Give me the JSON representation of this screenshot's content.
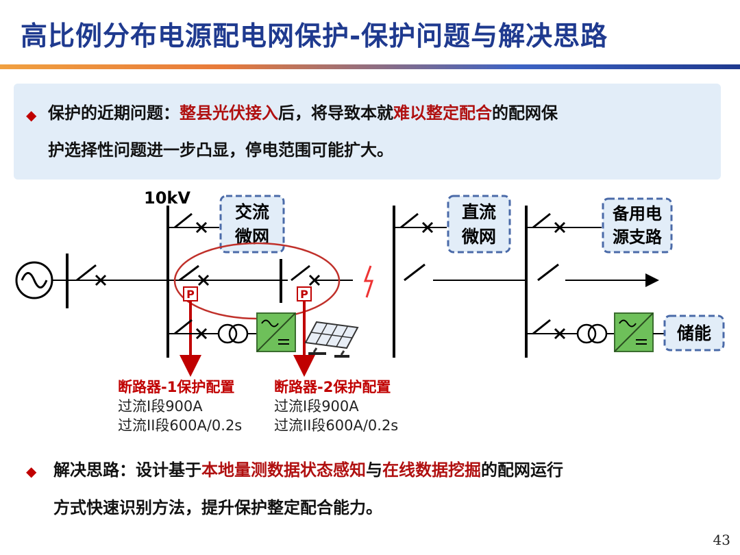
{
  "title": "高比例分布电源配电网保护-保护问题与解决思路",
  "problem": {
    "label": "保护的近期问题：",
    "hl1": "整县光伏接入",
    "mid": "后，将导致本就",
    "hl2": "难以整定配合",
    "tail": "的配网保",
    "line2": "护选择性问题进一步凸显，停电范围可能扩大。"
  },
  "diagram": {
    "voltage": "10kV",
    "ac_microgrid": [
      "交流",
      "微网"
    ],
    "dc_microgrid": [
      "直流",
      "微网"
    ],
    "backup": [
      "备用电",
      "源支路"
    ],
    "storage": "储能",
    "p_mark": "P",
    "breaker1": {
      "title": "断路器-1保护配置",
      "line1": "过流I段900A",
      "line2": "过流II段600A/0.2s"
    },
    "breaker2": {
      "title": "断路器-2保护配置",
      "line1": "过流I段900A",
      "line2": "过流II段600A/0.2s"
    }
  },
  "solution": {
    "label": "解决思路：设计基于",
    "hl1": "本地量测数据状态感知",
    "mid": "与",
    "hl2": "在线数据挖掘",
    "tail": "的配网运行",
    "line2": "方式快速识别方法，提升保护整定配合能力。"
  },
  "page_number": "43",
  "colors": {
    "title": "#1f3a8f",
    "highlight": "#b01010",
    "arrow": "#c00000",
    "box": "#e2edf8"
  }
}
